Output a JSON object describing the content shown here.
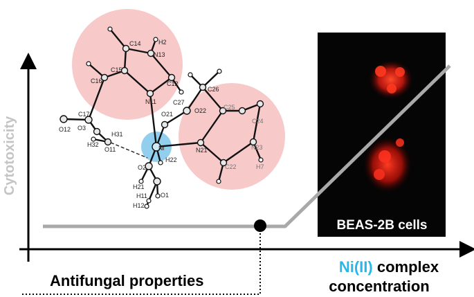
{
  "y_axis_label": "Cytotoxicity",
  "x_axis_label": {
    "metal": "Ni(II)",
    "line1_rest": " complex",
    "line2": "concentration"
  },
  "bottom_label": "Antifungal properties",
  "inset_label": "BEAS-2B cells",
  "atom_labels": {
    "ni": "Ni",
    "n11": "N11",
    "n13": "N13",
    "h2": "H2",
    "c14": "C14",
    "c15": "C15",
    "c16": "C16",
    "c12": "C12",
    "c17": "C17",
    "o12": "O12",
    "o3": "O3",
    "h31": "H31",
    "h32": "H32",
    "o11": "O11",
    "o21": "O21",
    "c27": "C27",
    "o22": "O22",
    "c26": "C26",
    "c25": "C25",
    "c24": "C24",
    "n21": "N21",
    "n23": "N23",
    "c22": "C22",
    "h7": "H7",
    "o2": "O2",
    "h22": "H22",
    "h21": "H21",
    "h11": "H11",
    "o1": "O1",
    "h12": "H12"
  },
  "colors": {
    "ring_highlight": "#f4b7b7",
    "ni_highlight": "#7fc6ea",
    "ni_text": "#29b6e8",
    "curve": "#a9a9a9",
    "y_label": "#c4c4c4",
    "inset_bg": "#050505",
    "fluorescence": "#ff2a1a"
  },
  "icons": {
    "marker": "threshold-dot"
  }
}
